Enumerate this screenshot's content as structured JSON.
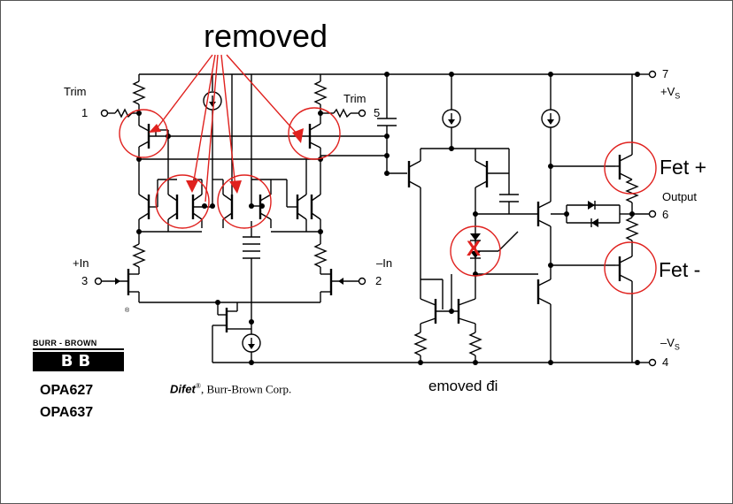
{
  "annotations": {
    "removed_top": "removed",
    "fet_plus": "Fet +",
    "fet_minus": "Fet -",
    "removed_bottom": "emoved đi",
    "x_mark": "X"
  },
  "pins": {
    "trim_left_label": "Trim",
    "trim_left_num": "1",
    "trim_right_label": "Trim",
    "trim_right_num": "5",
    "vplus_num": "7",
    "vplus_label": "+V",
    "vplus_sub": "S",
    "output_label": "Output",
    "output_num": "6",
    "in_plus_label": "+In",
    "in_plus_num": "3",
    "in_minus_label": "–In",
    "in_minus_num": "2",
    "vminus_label": "–V",
    "vminus_sub": "S",
    "vminus_num": "4"
  },
  "brand": {
    "maker": "BURR - BROWN",
    "logo": "BB",
    "registered": "®",
    "part_a": "OPA627",
    "part_b": "OPA637",
    "difet": "Difet",
    "difet_mark": "®",
    "difet_rest": ", Burr-Brown Corp."
  },
  "colors": {
    "annotation_red": "#e0211e",
    "wire": "#000000"
  }
}
